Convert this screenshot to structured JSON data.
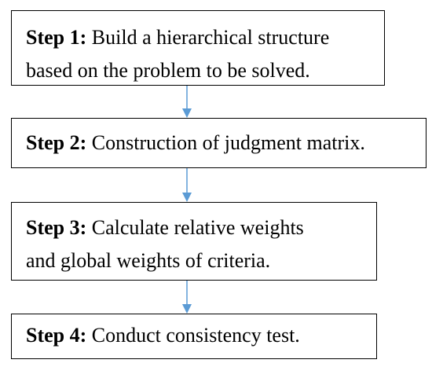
{
  "steps": [
    {
      "label": "Step 1:",
      "lines": [
        " Build a hierarchical structure",
        "based on the problem to be solved."
      ]
    },
    {
      "label": "Step 2:",
      "lines": [
        " Construction of judgment matrix."
      ]
    },
    {
      "label": "Step 3:",
      "lines": [
        " Calculate relative weights",
        "and global weights of criteria."
      ]
    },
    {
      "label": "Step 4:",
      "lines": [
        " Conduct consistency test."
      ]
    }
  ],
  "colors": {
    "border": "#000000",
    "arrow": "#5b9bd5",
    "text": "#000000",
    "background": "#ffffff"
  }
}
